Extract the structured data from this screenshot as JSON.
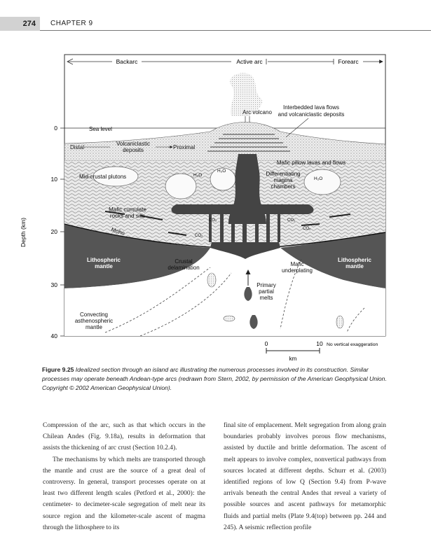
{
  "header": {
    "page_number": "274",
    "chapter": "CHAPTER 9"
  },
  "figure": {
    "zones": {
      "backarc": "Backarc",
      "active_arc": "Active arc",
      "forearc": "Forearc"
    },
    "y_axis": {
      "title": "Depth (km)",
      "ticks": [
        "0",
        "10",
        "20",
        "30",
        "40"
      ]
    },
    "scale_bar": {
      "start": "0",
      "end": "10",
      "unit": "km",
      "note": "No vertical exaggeration"
    },
    "labels": {
      "arc_volcano": "Arc volcano",
      "interbedded_1": "Interbedded lava flows",
      "interbedded_2": "and volcaniclastic deposits",
      "sea_level": "Sea level",
      "distal": "Distal",
      "volcaniclastic_1": "Volcaniclastic",
      "volcaniclastic_2": "deposits",
      "proximal": "Proximal",
      "mafic_pillow": "Mafic pillow lavas and flows",
      "midcrustal": "Mid-crustal plutons",
      "h2o_1": "H₂O",
      "h2o_2": "H₂O",
      "h2o_3": "H₂O",
      "diff_1": "Differentiating",
      "diff_2": "magma",
      "diff_3": "chambers",
      "mafic_cum_1": "Mafic cumulate",
      "mafic_cum_2": "rocks and sills",
      "moho": "Moho",
      "co2_1": "CO₂",
      "co2_2": "CO₂",
      "co2_3": "CO₂",
      "co2_4": "CO₂",
      "litho_left_1": "Lithospheric",
      "litho_left_2": "mantle",
      "litho_right_1": "Lithospheric",
      "litho_right_2": "mantle",
      "crustal_1": "Crustal",
      "crustal_2": "delamination",
      "mafic_under_1": "Mafic",
      "mafic_under_2": "underplating",
      "primary_1": "Primary",
      "primary_2": "partial",
      "primary_3": "melts",
      "convecting_1": "Convecting",
      "convecting_2": "asthenospheric",
      "convecting_3": "mantle"
    }
  },
  "caption": {
    "label": "Figure 9.25",
    "text": "Idealized section through an island arc illustrating the numerous processes involved in its construction. Similar processes may operate beneath Andean-type arcs (redrawn from Stern, 2002, by permission of the American Geophysical Union. Copyright © 2002 American Geophysical Union)."
  },
  "body": {
    "left_p1": "Compression of the arc, such as that which occurs in the Chilean Andes (Fig. 9.18a), results in deformation that assists the thickening of arc crust (Section 10.2.4).",
    "left_p2": "The mechanisms by which melts are transported through the mantle and crust are the source of a great deal of controversy. In general, transport processes operate on at least two different length scales (Petford et al., 2000): the centimeter- to decimeter-scale segregation of melt near its source region and the kilometer-scale ascent of magma through the lithosphere to its",
    "right_p1": "final site of emplacement. Melt segregation from along grain boundaries probably involves porous flow mechanisms, assisted by ductile and brittle deformation. The ascent of melt appears to involve complex, nonvertical pathways from sources located at different depths. Schurr et al. (2003) identified regions of low Q (Section 9.4) from P-wave arrivals beneath the central Andes that reveal a variety of possible sources and ascent pathways for metamorphic fluids and partial melts (Plate 9.4(top) between pp. 244 and 245). A seismic reflection profile"
  }
}
